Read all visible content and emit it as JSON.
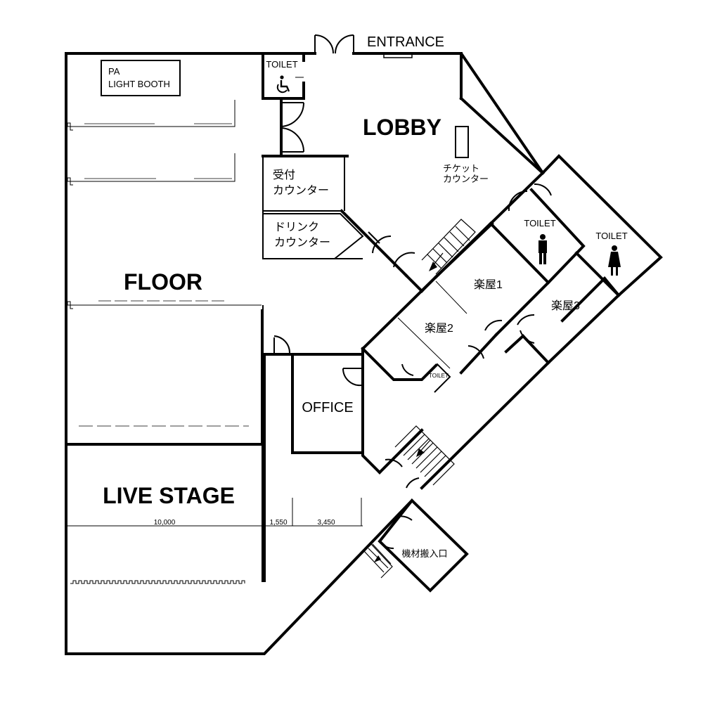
{
  "labels": {
    "entrance": "ENTRANCE",
    "pa_booth_line1": "PA",
    "pa_booth_line2": "LIGHT BOOTH",
    "toilet_accessible": "TOILET",
    "lobby": "LOBBY",
    "ticket_counter_line1": "チケット",
    "ticket_counter_line2": "カウンター",
    "reception_line1": "受付",
    "reception_line2": "カウンター",
    "drink_line1": "ドリンク",
    "drink_line2": "カウンター",
    "toilet_men": "TOILET",
    "toilet_women": "TOILET",
    "floor": "FLOOR",
    "dressing1": "楽屋1",
    "dressing2": "楽屋2",
    "dressing3": "楽屋3",
    "toilet_small": "TOILET",
    "office": "OFFICE",
    "live_stage": "LIVE STAGE",
    "loading_entrance": "機材搬入口"
  },
  "dimensions": {
    "stage_width": "10,000",
    "dim_b": "1,550",
    "dim_c": "3,450"
  },
  "icons": {
    "wheelchair": "wheelchair-icon",
    "men": "men-icon",
    "women": "women-icon"
  }
}
